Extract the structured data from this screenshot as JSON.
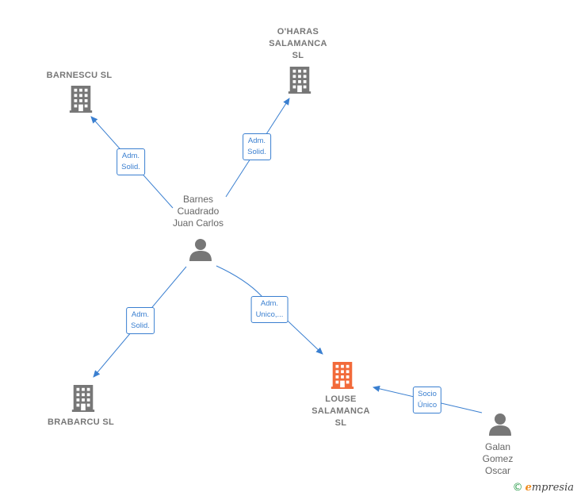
{
  "colors": {
    "edge": "#3a7fd0",
    "company": "#777777",
    "company_highlight": "#f26a3a",
    "person": "#777777"
  },
  "nodes": {
    "barnescu": {
      "label": "BARNESCU  SL",
      "icon": "building-icon"
    },
    "oharas": {
      "label": "O'HARAS\nSALAMANCA\nSL",
      "icon": "building-icon"
    },
    "brabarcu": {
      "label": "BRABARCU  SL",
      "icon": "building-icon"
    },
    "louse": {
      "label": "LOUSE\nSALAMANCA\nSL",
      "icon": "building-icon"
    },
    "barnes": {
      "label": "Barnes\nCuadrado\nJuan Carlos",
      "icon": "person-icon"
    },
    "galan": {
      "label": "Galan\nGomez\nOscar",
      "icon": "person-icon"
    }
  },
  "edges": [
    {
      "from": "barnes",
      "to": "barnescu",
      "label": "Adm.\nSolid."
    },
    {
      "from": "barnes",
      "to": "oharas",
      "label": "Adm.\nSolid."
    },
    {
      "from": "barnes",
      "to": "brabarcu",
      "label": "Adm.\nSolid."
    },
    {
      "from": "barnes",
      "to": "louse",
      "label": "Adm.\nUnico,..."
    },
    {
      "from": "galan",
      "to": "louse",
      "label": "Socio\nÚnico"
    }
  ],
  "branding": {
    "copyright_symbol": "©",
    "name_first": "e",
    "name_rest": "mpresia"
  }
}
